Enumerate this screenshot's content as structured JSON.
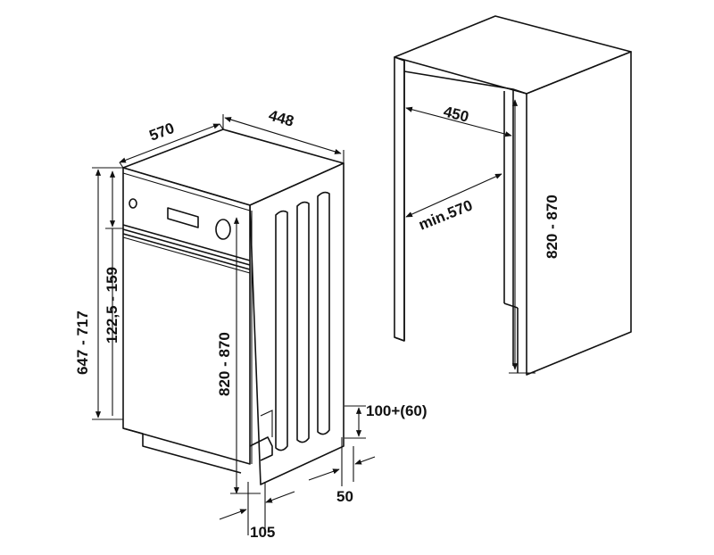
{
  "dimensions": {
    "depth_570": "570",
    "width_448": "448",
    "height_range": "647 - 717",
    "panel_range": "122,5 - 159",
    "body_height": "820 - 870",
    "plinth": "100+(60)",
    "gap_50": "50",
    "offset_105": "105",
    "niche_width": "450",
    "niche_depth": "min.570",
    "niche_height": "820 - 870"
  },
  "colors": {
    "line": "#111111",
    "background": "#ffffff"
  }
}
